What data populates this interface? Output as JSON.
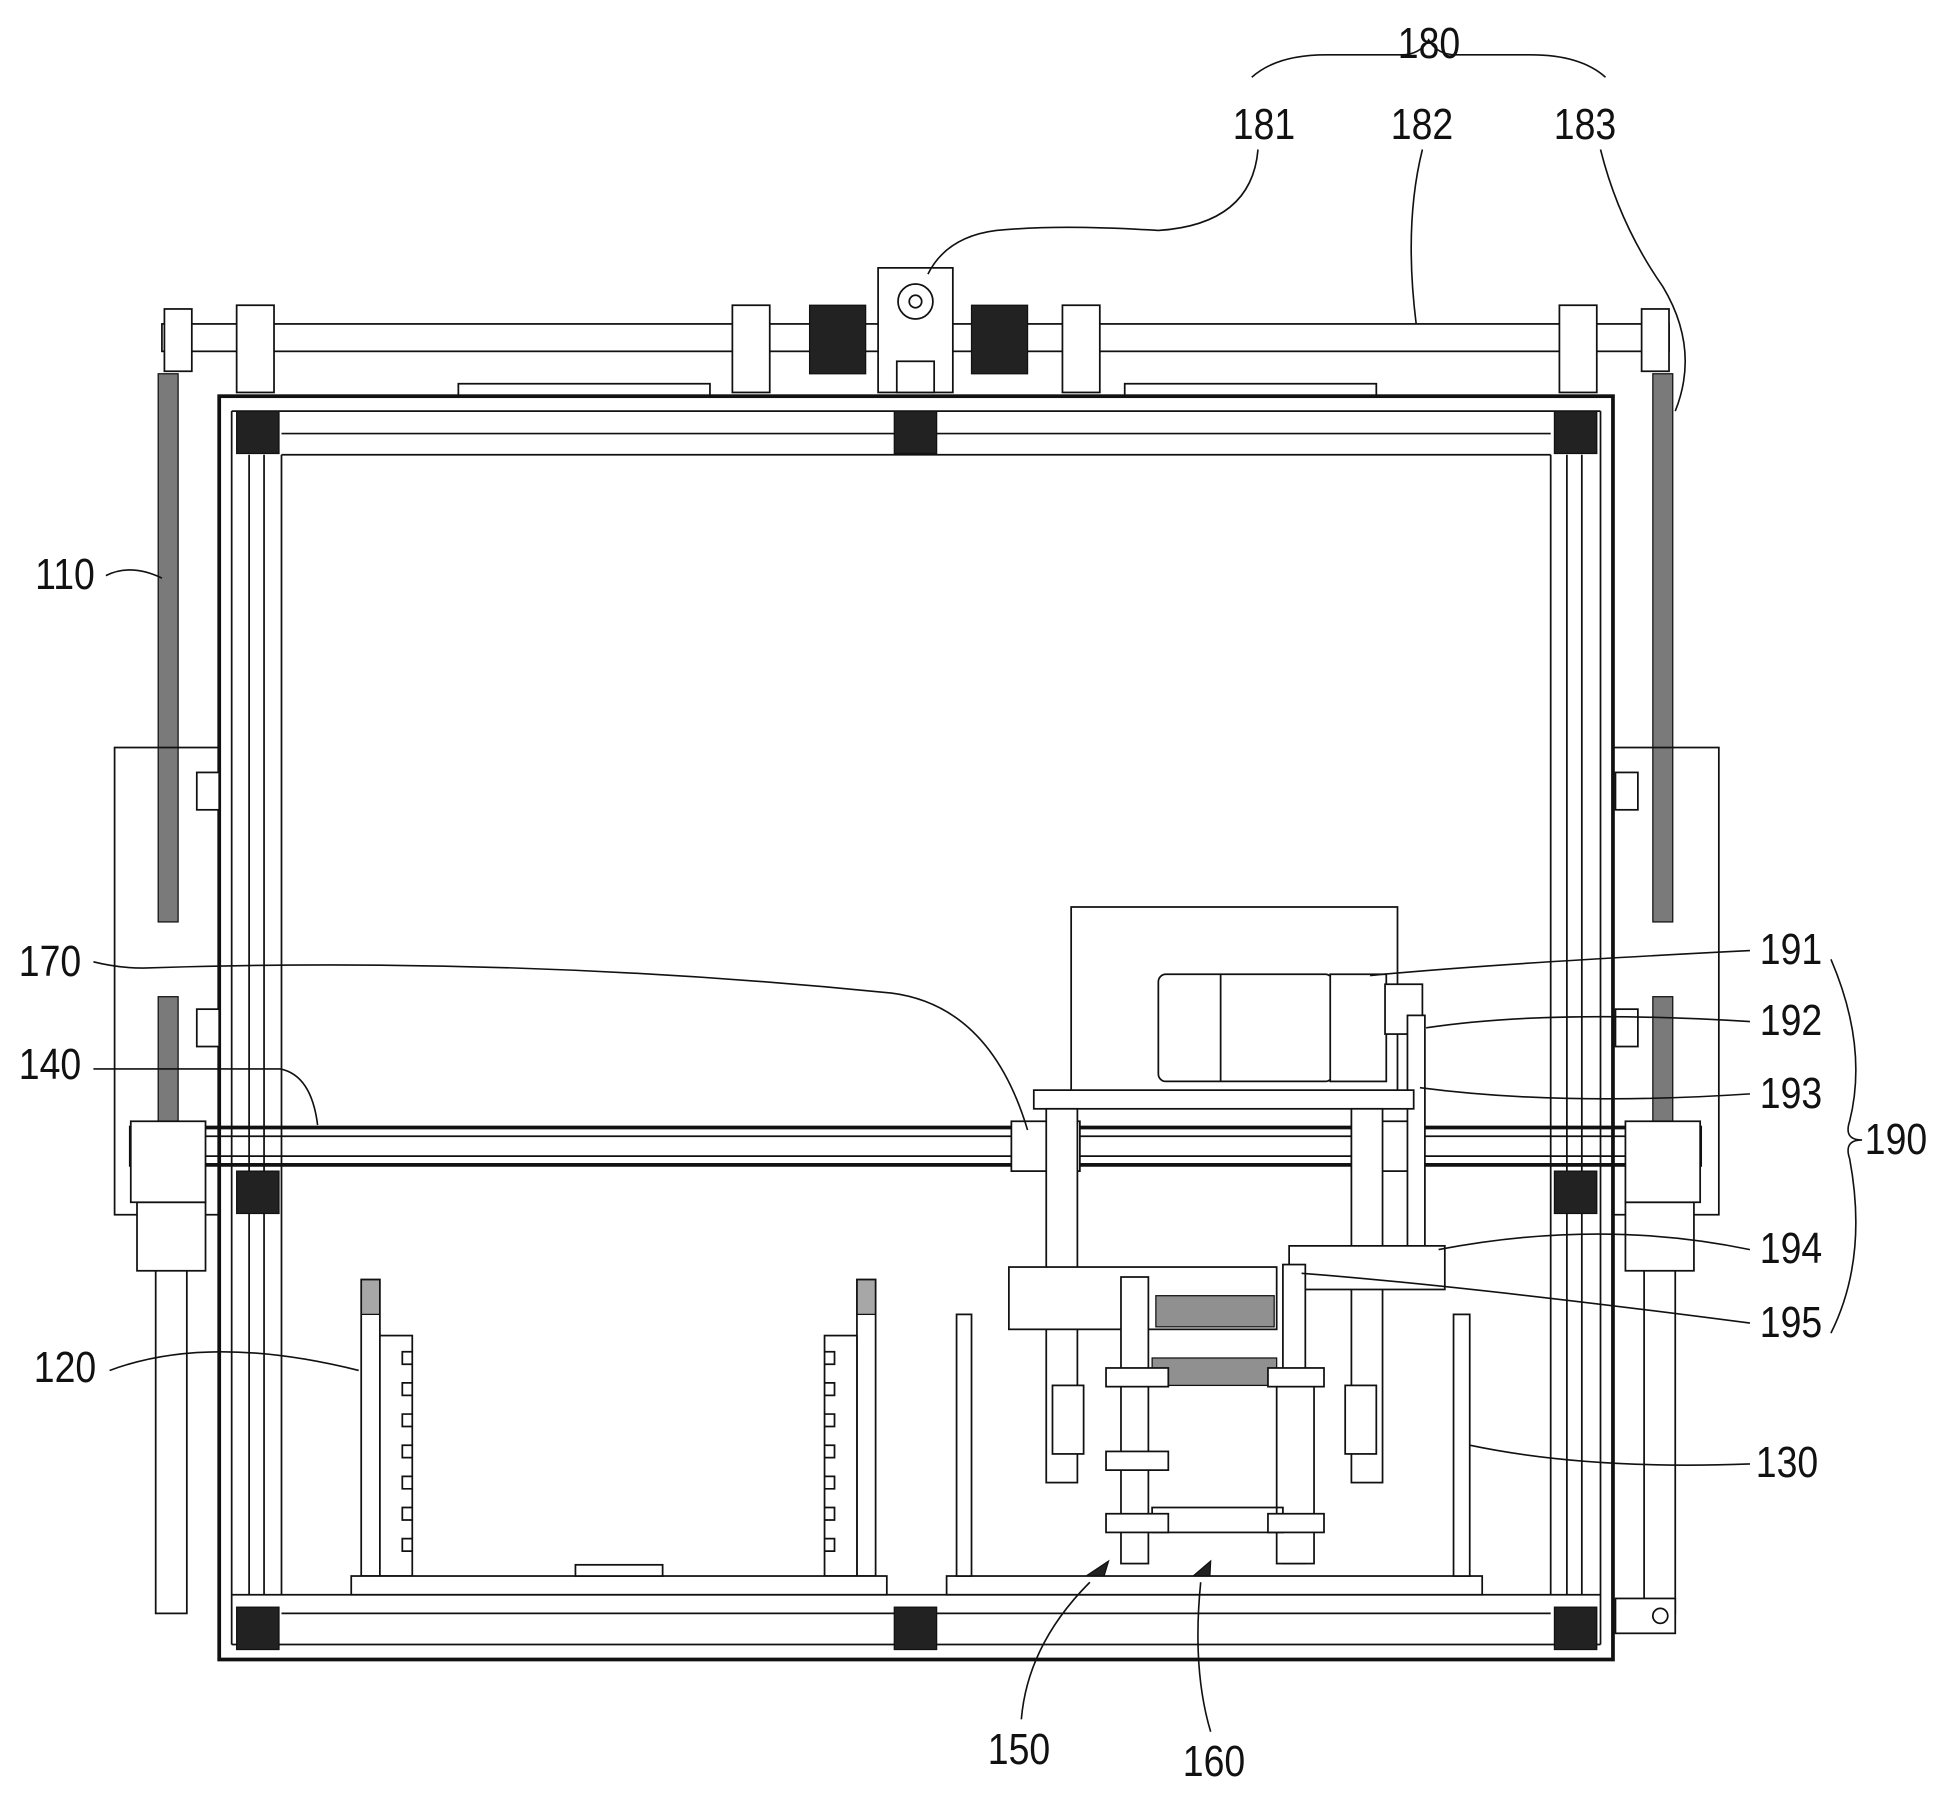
{
  "figure": {
    "colors": {
      "ink": "#111111",
      "background": "#ffffff"
    },
    "labels": {
      "l180": "180",
      "l181": "181",
      "l182": "182",
      "l183": "183",
      "l110": "110",
      "l170": "170",
      "l140": "140",
      "l120": "120",
      "l191": "191",
      "l192": "192",
      "l193": "193",
      "l190": "190",
      "l194": "194",
      "l195": "195",
      "l130": "130",
      "l150": "150",
      "l160": "160"
    }
  }
}
